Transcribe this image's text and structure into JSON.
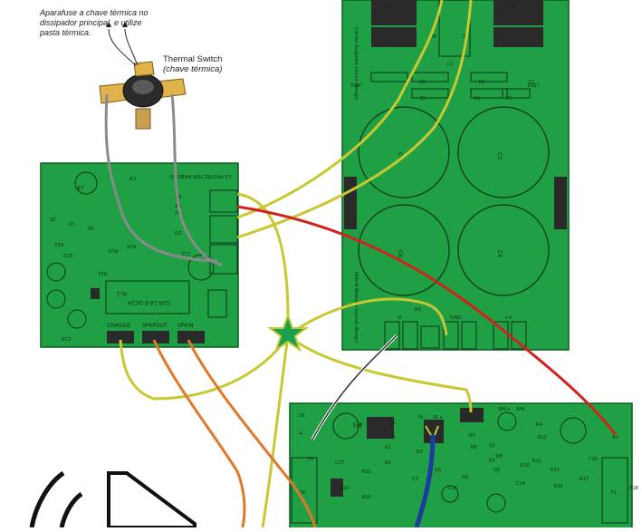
{
  "annotation": {
    "note_line1": "Aparafuse a chave térmica no",
    "note_line2": "dissipador principal, e utilize",
    "note_line3": "pasta térmica.",
    "switch_title": "Thermal Switch",
    "switch_subtitle": "(chave térmica)"
  },
  "protection_board": {
    "title": "LS PROTECTOR NABUCO",
    "relay_label": "RL1",
    "relay_part": "G2R-1A-E-DC24",
    "connectors": [
      "CHASSIS",
      "SPKPOUT",
      "SPKIN"
    ],
    "parts": [
      "C8",
      "C9",
      "Q5",
      "Q7",
      "Q6",
      "R8",
      "R9",
      "D2",
      "R12",
      "R13",
      "R14",
      "R11",
      "R10",
      "D3",
      "C10",
      "C11"
    ]
  },
  "psu_board": {
    "top_labels": [
      "AC",
      "AC",
      "D4",
      "D2",
      "D3",
      "D1",
      "C7",
      "R3",
      "R2",
      "R4",
      "R1",
      "C1",
      "C2",
      "LED2",
      "LED1"
    ],
    "side_text_top": "Carlos Augusto circuit design",
    "side_text_bottom": "Hibrid Nabuco layout design",
    "caps": [
      "C5",
      "C3",
      "C6",
      "C4"
    ],
    "bottom_labels": [
      "-V",
      "GND",
      "+V",
      "R5"
    ]
  },
  "amp_board": {
    "labels": [
      "A-",
      "A+",
      "IN -",
      "IN +",
      "OUT",
      "GND",
      "SPK+",
      "SPK-",
      "C16",
      "C1",
      "R1",
      "R2",
      "R3",
      "R4",
      "R5",
      "R6",
      "R7",
      "R8",
      "R9",
      "R10",
      "R11",
      "R12",
      "R13",
      "R14",
      "R15",
      "R16",
      "R17",
      "C13",
      "C14",
      "C15",
      "C17",
      "C18",
      "C2",
      "C3",
      "Q1",
      "Q2",
      "Q3",
      "Q4",
      "F1",
      "F2",
      "R18",
      "R19",
      "D1"
    ]
  },
  "colors": {
    "pcb_green": "#1fa044",
    "pcb_edge": "#0d5a22",
    "wire_yellow_green": "#c8c832",
    "wire_red": "#d0231c",
    "wire_orange": "#e0782a",
    "wire_grey": "#8a8a8a",
    "wire_blue": "#1c3ca0",
    "star_fill": "#1aa050"
  },
  "icons": [
    "star-ground-icon",
    "thermal-switch-icon",
    "speaker-icon"
  ]
}
